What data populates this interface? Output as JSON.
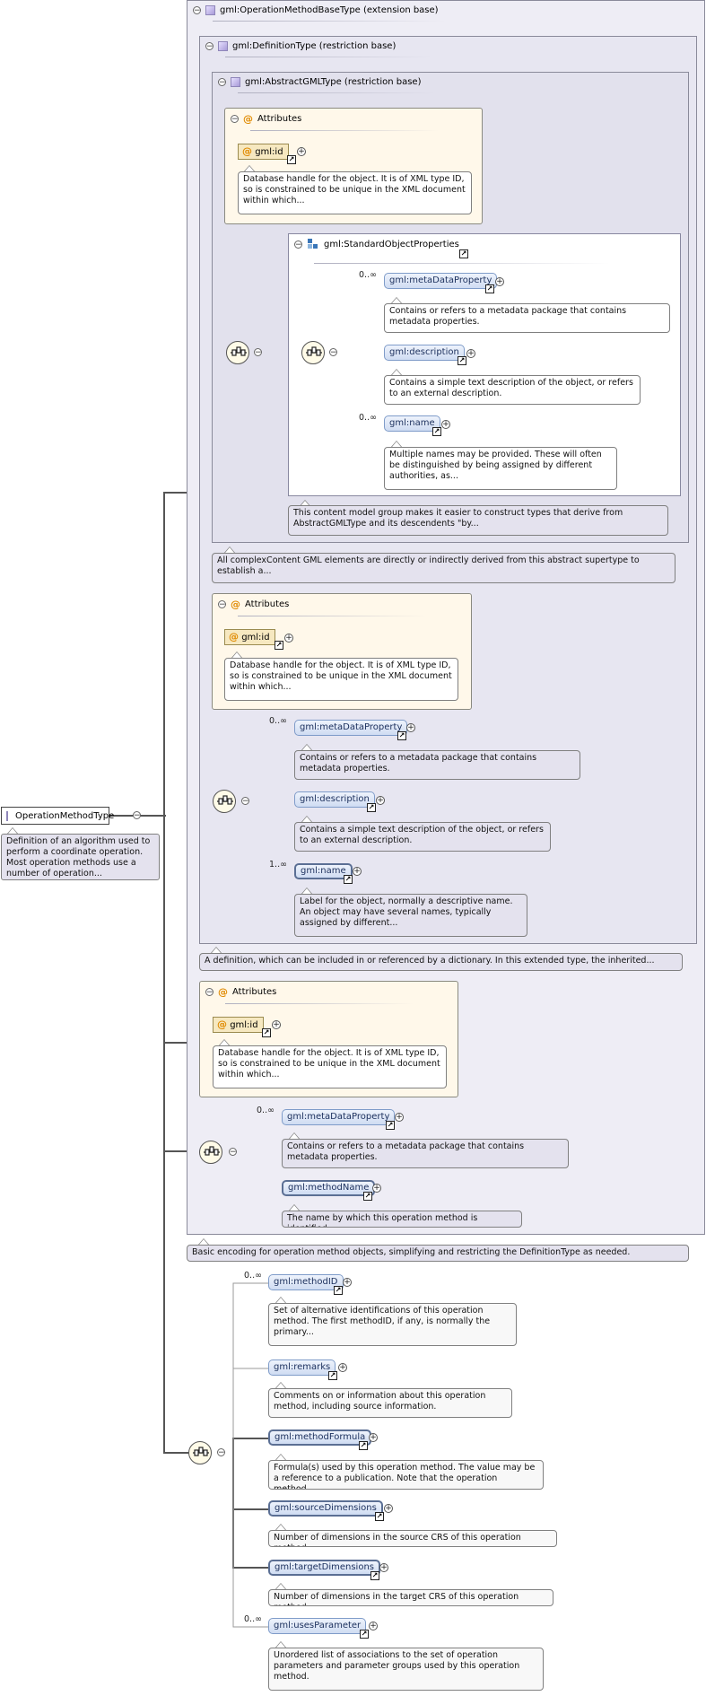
{
  "root": {
    "name": "OperationMethodType",
    "doc": "Definition of an algorithm used to perform a coordinate operation. Most operation methods use a number of operation..."
  },
  "ext": {
    "title": "gml:OperationMethodBaseType (extension base)",
    "doc": "Basic encoding for operation method objects, simplifying and restricting the DefinitionType as needed."
  },
  "def": {
    "title": "gml:DefinitionType (restriction base)",
    "doc": "A definition, which can be included in or referenced by a dictionary. In this extended type, the inherited..."
  },
  "agml": {
    "title": "gml:AbstractGMLType (restriction base)",
    "doc": "All complexContent GML elements are directly or indirectly derived from this abstract supertype to establish a..."
  },
  "attributes_label": "Attributes",
  "gml_id": {
    "name": "gml:id",
    "doc": "Database handle for the object. It is of XML type ID, so is constrained to be unique in the XML document within which..."
  },
  "sop": {
    "title": "gml:StandardObjectProperties",
    "doc": "This content model group makes it easier to construct types that derive from AbstractGMLType and its descendents \"by..."
  },
  "occ": {
    "zero_many": "0..∞",
    "one_many": "1..∞"
  },
  "metaDataProperty": {
    "name": "gml:metaDataProperty",
    "doc": "Contains or refers to a metadata package that contains metadata properties."
  },
  "description": {
    "name": "gml:description",
    "doc": "Contains a simple text description of the object, or refers to an external description."
  },
  "name_sop": {
    "name": "gml:name",
    "doc": "Multiple names may be provided. These will often be distinguished by being assigned by different authorities, as..."
  },
  "name_def": {
    "name": "gml:name",
    "doc": "Label for the object, normally a descriptive name. An object may have several names, typically assigned by different..."
  },
  "methodName": {
    "name": "gml:methodName",
    "doc": "The name by which this operation method is identified."
  },
  "methodID": {
    "name": "gml:methodID",
    "doc": "Set of alternative identifications of this operation method. The first methodID, if any, is normally the primary..."
  },
  "remarks": {
    "name": "gml:remarks",
    "doc": "Comments on or information about this operation method, including source information."
  },
  "methodFormula": {
    "name": "gml:methodFormula",
    "doc": "Formula(s) used by this operation method. The value may be a reference to a publication. Note that the operation method..."
  },
  "sourceDimensions": {
    "name": "gml:sourceDimensions",
    "doc": "Number of dimensions in the source CRS of this operation method."
  },
  "targetDimensions": {
    "name": "gml:targetDimensions",
    "doc": "Number of dimensions in the target CRS of this operation method."
  },
  "usesParameter": {
    "name": "gml:usesParameter",
    "doc": "Unordered list of associations to the set of operation parameters and parameter groups used by this operation method."
  },
  "icons": {
    "type": "complex-type-icon",
    "attribute": "attribute-at-icon",
    "group": "model-group-icon",
    "sequence": "sequence-compositor-icon",
    "reference": "reference-arrow-icon",
    "expand": "plus-expand-icon",
    "collapse": "minus-collapse-icon"
  },
  "glyphs": {
    "minus": "−",
    "plus": "+",
    "arrow": "↗",
    "at": "@"
  }
}
